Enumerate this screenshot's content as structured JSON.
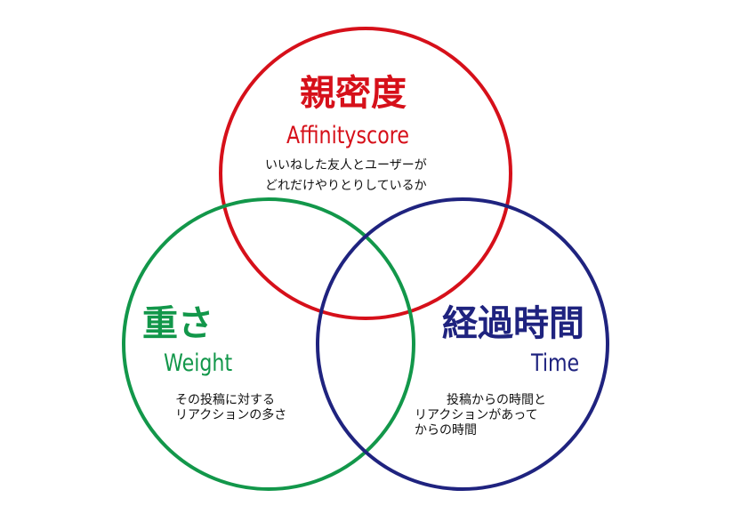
{
  "colors": {
    "affinity": "#d6101a",
    "weight": "#12974a",
    "time": "#1f237f"
  },
  "affinity": {
    "title": "親密度",
    "subtitle": "Affinityscore",
    "desc_lines": [
      "いいねした友人とユーザーが",
      "どれだけやりとりしているか"
    ]
  },
  "weight": {
    "title": "重さ",
    "subtitle": "Weight",
    "desc_lines": [
      "その投稿に対する",
      "リアクションの多さ"
    ]
  },
  "time": {
    "title": "経過時間",
    "subtitle": "Time",
    "desc_lines": [
      "投稿からの時間と",
      "リアクションがあって",
      "からの時間"
    ]
  }
}
